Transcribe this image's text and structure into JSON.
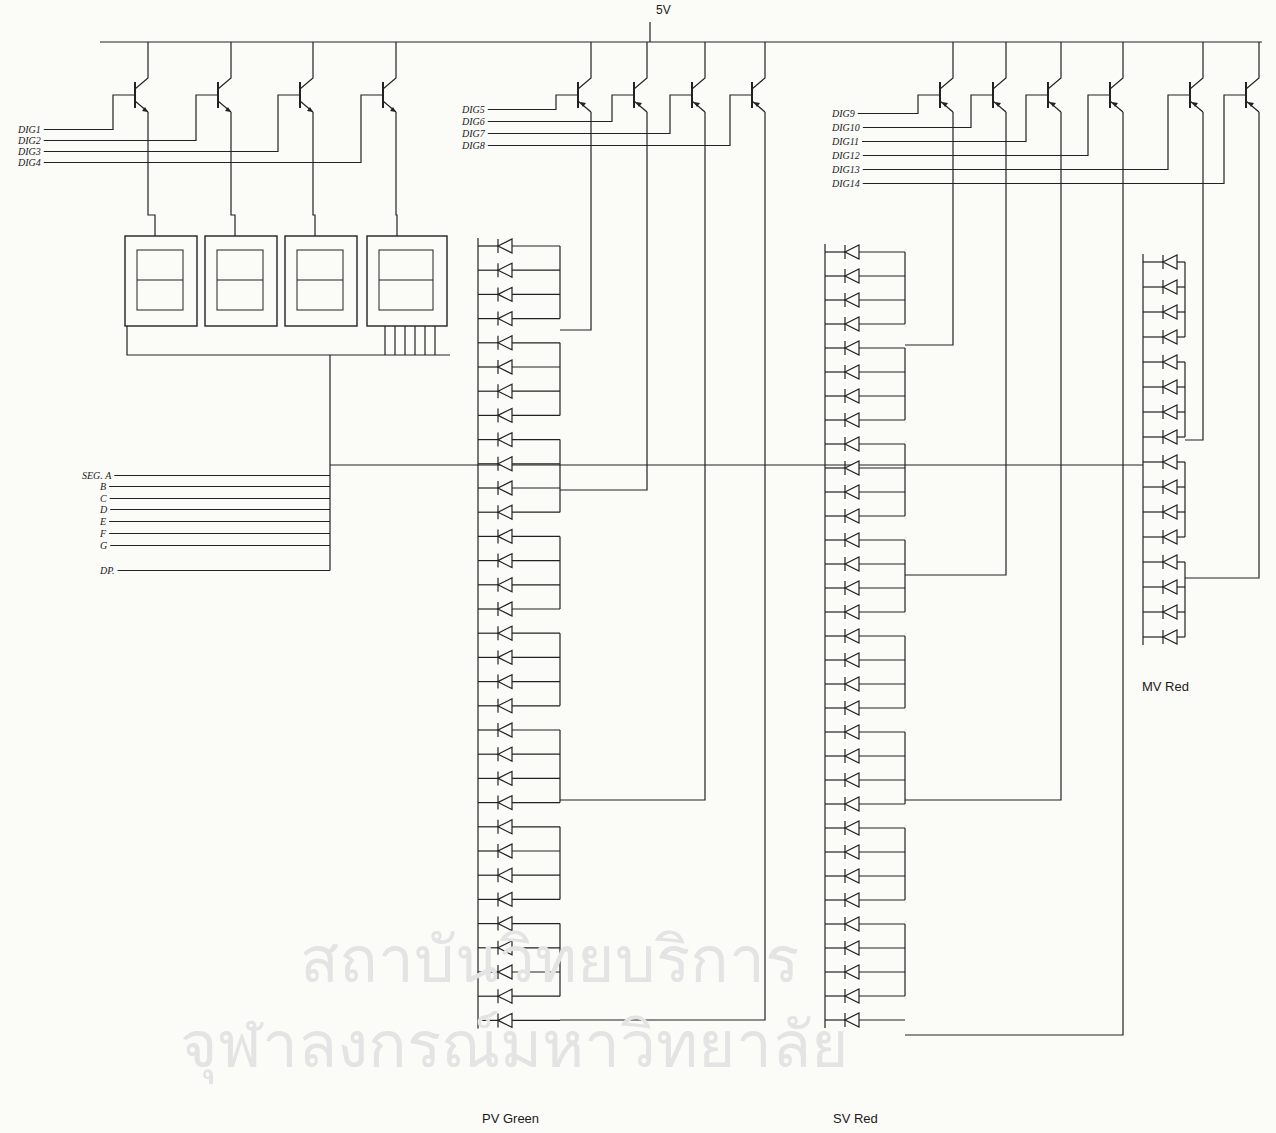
{
  "diagram": {
    "labels": [
      "5V",
      "DIG1",
      "DIG2",
      "DIG3",
      "DIG4",
      "DIG5",
      "DIG6",
      "DIG7",
      "DIG8",
      "DIG9",
      "DIG10",
      "DIG11",
      "DIG12",
      "DIG13",
      "DIG14",
      "SEG. A",
      "B",
      "C",
      "D",
      "E",
      "F",
      "G",
      "DP.",
      "PV Green",
      "SV Red",
      "MV Red",
      "สถาบันวิทยบริการ",
      "จุฬาลงกรณ์มหาวิทยาลัย"
    ]
  }
}
